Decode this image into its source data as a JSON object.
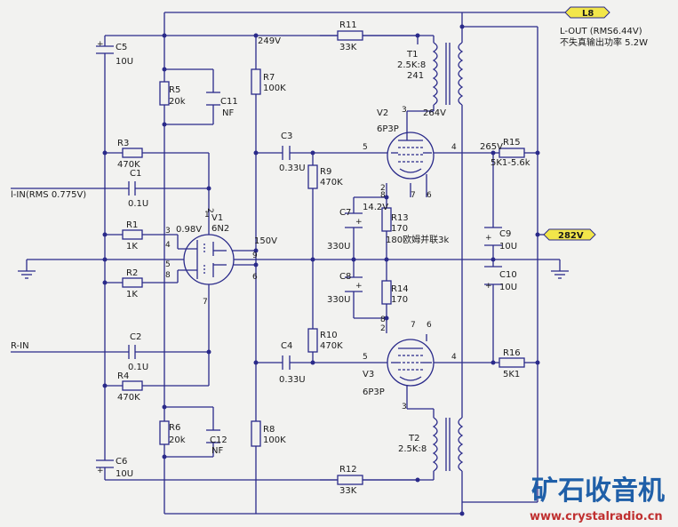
{
  "labels": {
    "L8": "L8",
    "lout1": "L-OUT (RMS6.44V)",
    "lout2": "不失真输出功率 5.2W",
    "v282": "282V",
    "v249": "249V",
    "v264": "264V",
    "v265": "265V",
    "v150": "150V",
    "v098": "0.98V",
    "v142": "14.2V",
    "lin": "l-IN(RMS 0.775V)",
    "rin": "R-IN",
    "C5": "C5",
    "C5v": "10U",
    "C6": "C6",
    "C6v": "10U",
    "R3": "R3",
    "R3v": "470K",
    "C1": "C1",
    "C1v": "0.1U",
    "R1": "R1",
    "R1v": "1K",
    "R2": "R2",
    "R2v": "1K",
    "C2": "C2",
    "C2v": "0.1U",
    "R4": "R4",
    "R4v": "470K",
    "R5": "R5",
    "R5v": "20k",
    "C11": "C11",
    "C11v": "NF",
    "R6": "R6",
    "R6v": "20k",
    "C12": "C12",
    "C12v": "NF",
    "R7": "R7",
    "R7v": "100K",
    "R8": "R8",
    "R8v": "100K",
    "R11": "R11",
    "R11v": "33K",
    "R12": "R12",
    "R12v": "33K",
    "C3": "C3",
    "C3v": "0.33U",
    "C4": "C4",
    "C4v": "0.33U",
    "R9": "R9",
    "R9v": "470K",
    "R10": "R10",
    "R10v": "470K",
    "C7": "C7",
    "C7v": "330U",
    "C8": "C8",
    "C8v": "330U",
    "R13": "R13",
    "R13v": "170",
    "R13n": "180欧姆并联3k",
    "R14": "R14",
    "R14v": "170",
    "T1": "T1",
    "T1a": "2.5K:8",
    "T1b": "241",
    "T2": "T2",
    "T2a": "2.5K:8",
    "V1": "V1",
    "V1t": "6N2",
    "V2": "V2",
    "V2t": "6P3P",
    "V3": "V3",
    "V3t": "6P3P",
    "R15": "R15",
    "R15v": "5K1-5.6k",
    "R16": "R16",
    "R16v": "5K1",
    "C9": "C9",
    "C9v": "10U",
    "C10": "C10",
    "C10v": "10U",
    "pin1": "1",
    "pin2": "2",
    "pin3": "3",
    "pin4": "4",
    "pin5": "5",
    "pin6": "6",
    "pin7": "7",
    "pin8": "8",
    "pin9": "9",
    "v2p5": "5",
    "v2p4": "4",
    "v2p3": "3",
    "v2p8": "8",
    "v2p2": "2",
    "v2p7": "7",
    "v2p6": "6",
    "v3p5": "5",
    "v3p4": "4",
    "v3p3": "3",
    "v3p8": "8",
    "v3p2": "2",
    "v3p7": "7",
    "v3p6": "6",
    "plus": "+"
  },
  "watermark": {
    "cn": "矿石收音机",
    "url": "www.crystalradio.cn"
  },
  "colors": {
    "wire": "#2a2a8a",
    "tagFill": "#f2e64a",
    "watermarkBlue": "#1f5fa8",
    "watermarkRed": "#c03030"
  }
}
